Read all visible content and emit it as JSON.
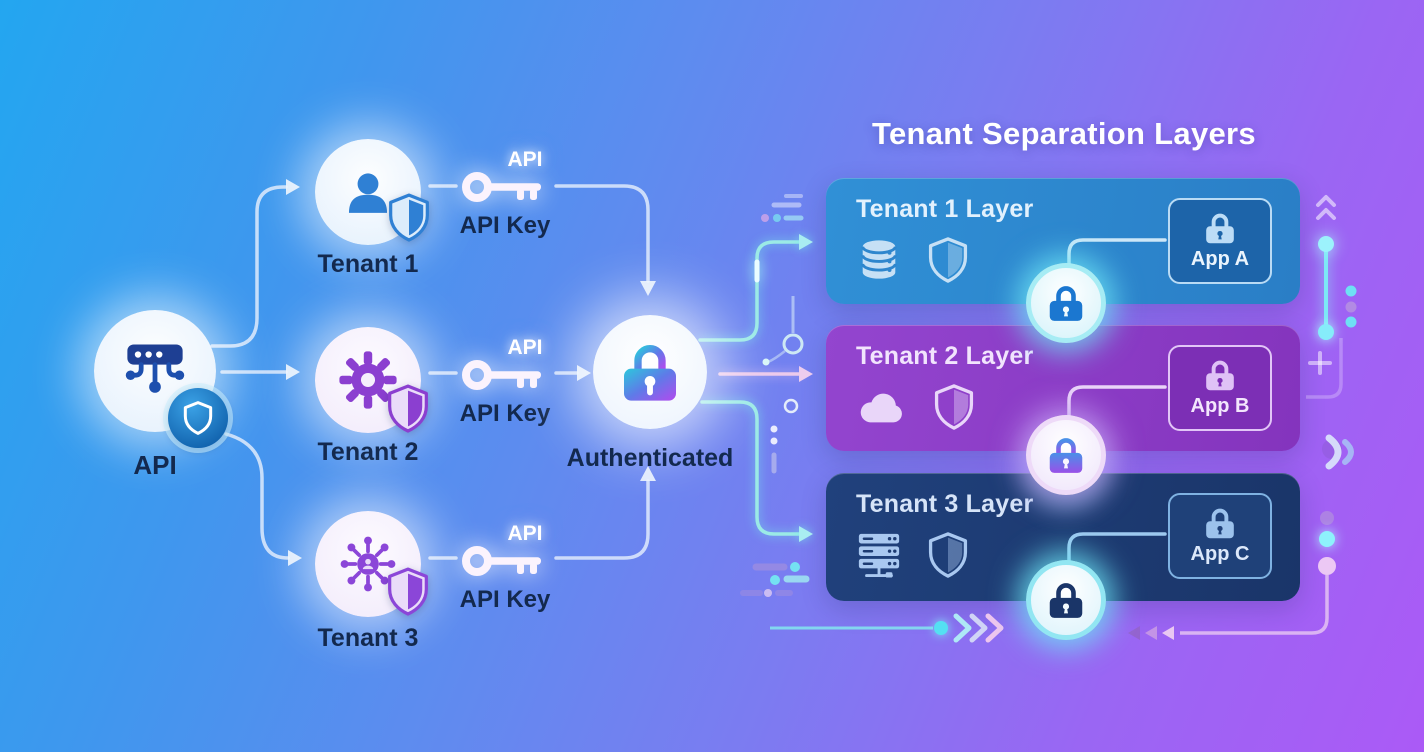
{
  "title": "Tenant Separation Layers",
  "flow": {
    "api_node": {
      "label": "API",
      "icon": "api-server-icon",
      "badge_icon": "shield-icon"
    },
    "tenants": [
      {
        "label": "Tenant 1",
        "icon": "user-icon",
        "badge_icon": "shield-icon",
        "accent": "#2f80d4"
      },
      {
        "label": "Tenant 2",
        "icon": "gear-icon",
        "badge_icon": "shield-icon",
        "accent": "#8b3fd0"
      },
      {
        "label": "Tenant 3",
        "icon": "network-hub-icon",
        "badge_icon": "shield-icon",
        "accent": "#8b46d8"
      }
    ],
    "api_keys": [
      {
        "tag": "API",
        "label": "API Key",
        "icon": "key-icon"
      },
      {
        "tag": "API",
        "label": "API Key",
        "icon": "key-icon"
      },
      {
        "tag": "API",
        "label": "API Key",
        "icon": "key-icon"
      }
    ],
    "auth_node": {
      "label": "Authenticated",
      "icon": "padlock-icon"
    }
  },
  "layers": [
    {
      "title": "Tenant 1 Layer",
      "app_label": "App A",
      "icons": [
        "database-icon",
        "shield-icon"
      ],
      "app_icon": "lock-icon",
      "bg": "#2e86cd"
    },
    {
      "title": "Tenant 2 Layer",
      "app_label": "App B",
      "icons": [
        "cloud-icon",
        "shield-icon"
      ],
      "app_icon": "lock-icon",
      "bg": "#8b3dc8"
    },
    {
      "title": "Tenant 3 Layer",
      "app_label": "App C",
      "icons": [
        "server-rack-icon",
        "shield-icon"
      ],
      "app_icon": "lock-icon",
      "bg": "#1d3b72"
    }
  ],
  "separator_badges": [
    {
      "icon": "padlock-icon",
      "color": "#1b77d0"
    },
    {
      "icon": "padlock-icon",
      "color": "#6a6ae6"
    },
    {
      "icon": "padlock-icon",
      "color": "#1a3568"
    }
  ],
  "colors": {
    "background_top_left": "#23a6f0",
    "background_bottom_right": "#ab5af6",
    "auth_lock_gradient": [
      "#2cc8dc",
      "#5f7ae8",
      "#b24aee"
    ],
    "arrow_light": "#e4eefc",
    "arrow_cyan": "#9beae6",
    "arrow_pink": "#eccaec",
    "label_text": "#13294e",
    "title_text": "#ffffff"
  }
}
